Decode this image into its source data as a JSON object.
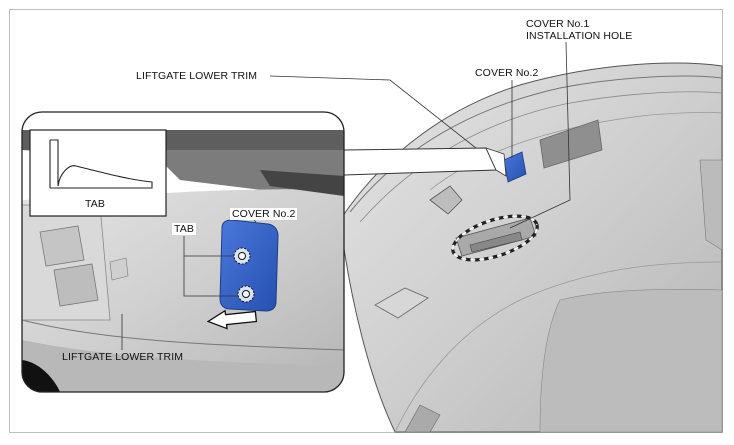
{
  "labels": {
    "cover1_line1": "COVER No.1",
    "cover1_line2": "INSTALLATION HOLE",
    "cover2_main": "COVER No.2",
    "liftgate_top": "LIFTGATE LOWER TRIM",
    "tab_inset": "TAB",
    "tab_left": "TAB",
    "cover2_detail": "COVER No.2",
    "liftgate_bottom": "LIFTGATE LOWER TRIM"
  },
  "colors": {
    "cover_blue": "#2f5fc4",
    "trim_gray": "#c8c8c8",
    "line": "#333333"
  },
  "icons": {
    "arrow": "removal-direction-arrow",
    "clip": "tab-clip-icon"
  }
}
